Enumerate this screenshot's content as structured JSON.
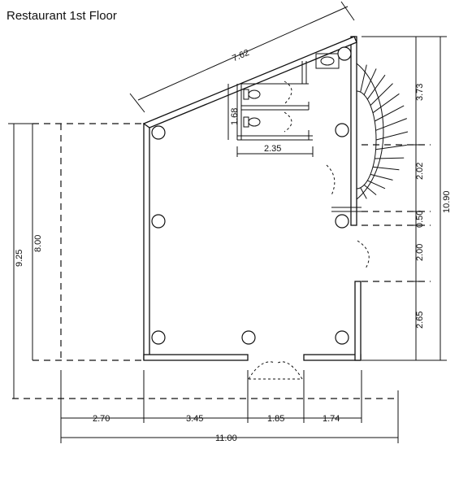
{
  "title": "Restaurant 1st Floor",
  "dimensions": {
    "top_diagonal": "7.62",
    "toilet_height": "1.68",
    "toilet_width": "2.35",
    "left_outer": "9.25",
    "left_inner": "8.00",
    "right_1": "3.73",
    "right_2": "2.02",
    "right_3": "0.50",
    "right_4": "2.00",
    "right_5": "2.65",
    "right_total": "10.90",
    "bottom_1": "2.70",
    "bottom_2": "3.45",
    "bottom_3": "1.85",
    "bottom_4": "1.74",
    "bottom_total": "11.00"
  }
}
